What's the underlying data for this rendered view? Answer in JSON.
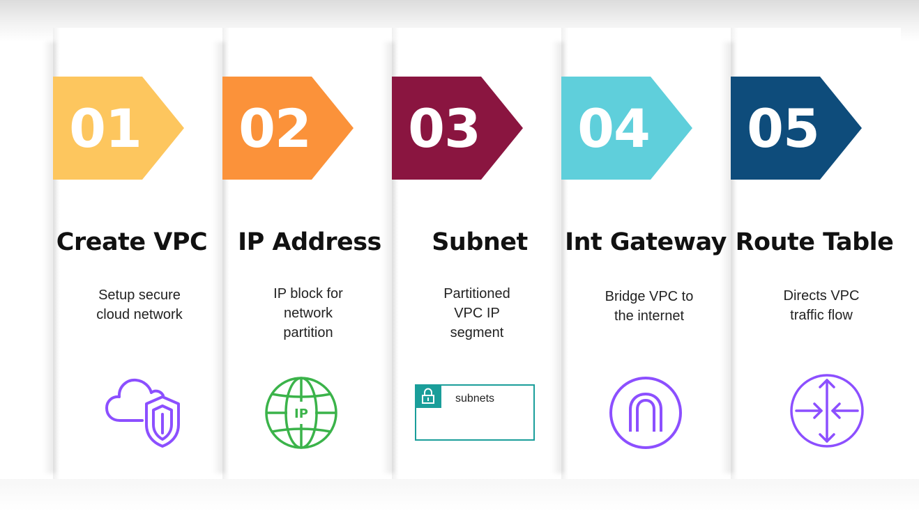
{
  "colors": {
    "step1": "#FDC65E",
    "step2": "#FB923A",
    "step3": "#8A1540",
    "step4": "#5FCFDB",
    "step5": "#0E4C7B",
    "icon_purple": "#8C4FFF",
    "icon_green": "#3BB34A",
    "icon_teal": "#1A9E9A"
  },
  "steps": [
    {
      "number": "01",
      "title": "Create VPC",
      "desc": [
        "Setup secure",
        "cloud network"
      ],
      "icon": "cloud-shield-icon"
    },
    {
      "number": "02",
      "title": "IP Address",
      "desc": [
        "IP block for",
        "network",
        "partition"
      ],
      "icon": "ip-globe-icon"
    },
    {
      "number": "03",
      "title": "Subnet",
      "desc": [
        "Partitioned",
        "VPC IP",
        "segment"
      ],
      "icon": "subnet-lock-icon",
      "icon_label": "subnets"
    },
    {
      "number": "04",
      "title": "Int Gateway",
      "desc": [
        "Bridge VPC to",
        "the internet"
      ],
      "icon": "gateway-arch-icon"
    },
    {
      "number": "05",
      "title": "Route Table",
      "desc": [
        "Directs VPC",
        "traffic flow"
      ],
      "icon": "router-arrows-icon"
    }
  ]
}
